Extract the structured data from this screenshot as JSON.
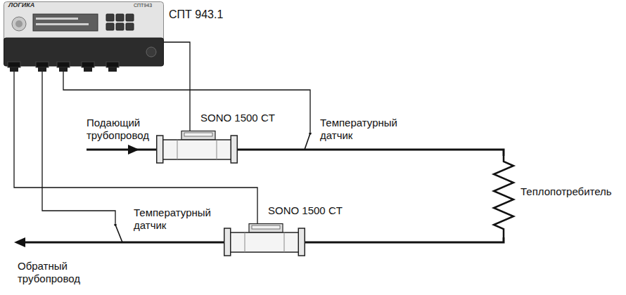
{
  "diagram": {
    "nodes": [
      {
        "text": [
          "СПТ 943.1"
        ]
      },
      {
        "text": [
          "SONO 1500 CT"
        ]
      },
      {
        "text": [
          "Температурный датчик"
        ]
      },
      {
        "text": [
          "Теплопотребитель"
        ]
      },
      {
        "text": [
          "Температурный датчик"
        ]
      },
      {
        "text": [
          "SONO 1500 CT"
        ]
      }
    ],
    "edges": [
      {
        "from": 0,
        "to": 1,
        "arrow": "none"
      },
      {
        "from": 0,
        "to": 2,
        "arrow": "none"
      },
      {
        "from": 0,
        "to": 4,
        "arrow": "none"
      },
      {
        "from": 0,
        "to": 5,
        "arrow": "none"
      },
      {
        "from": 1,
        "to": 2,
        "arrow": "none"
      },
      {
        "from": 2,
        "to": 3,
        "arrow": "none"
      },
      {
        "from": 3,
        "to": 5,
        "arrow": "none"
      },
      {
        "from": 5,
        "to": 4,
        "arrow": "none"
      }
    ],
    "labels": [
      "ЛОГИКА",
      "СПТ943",
      "Подающий трубопровод",
      "Обратный трубопровод"
    ]
  }
}
